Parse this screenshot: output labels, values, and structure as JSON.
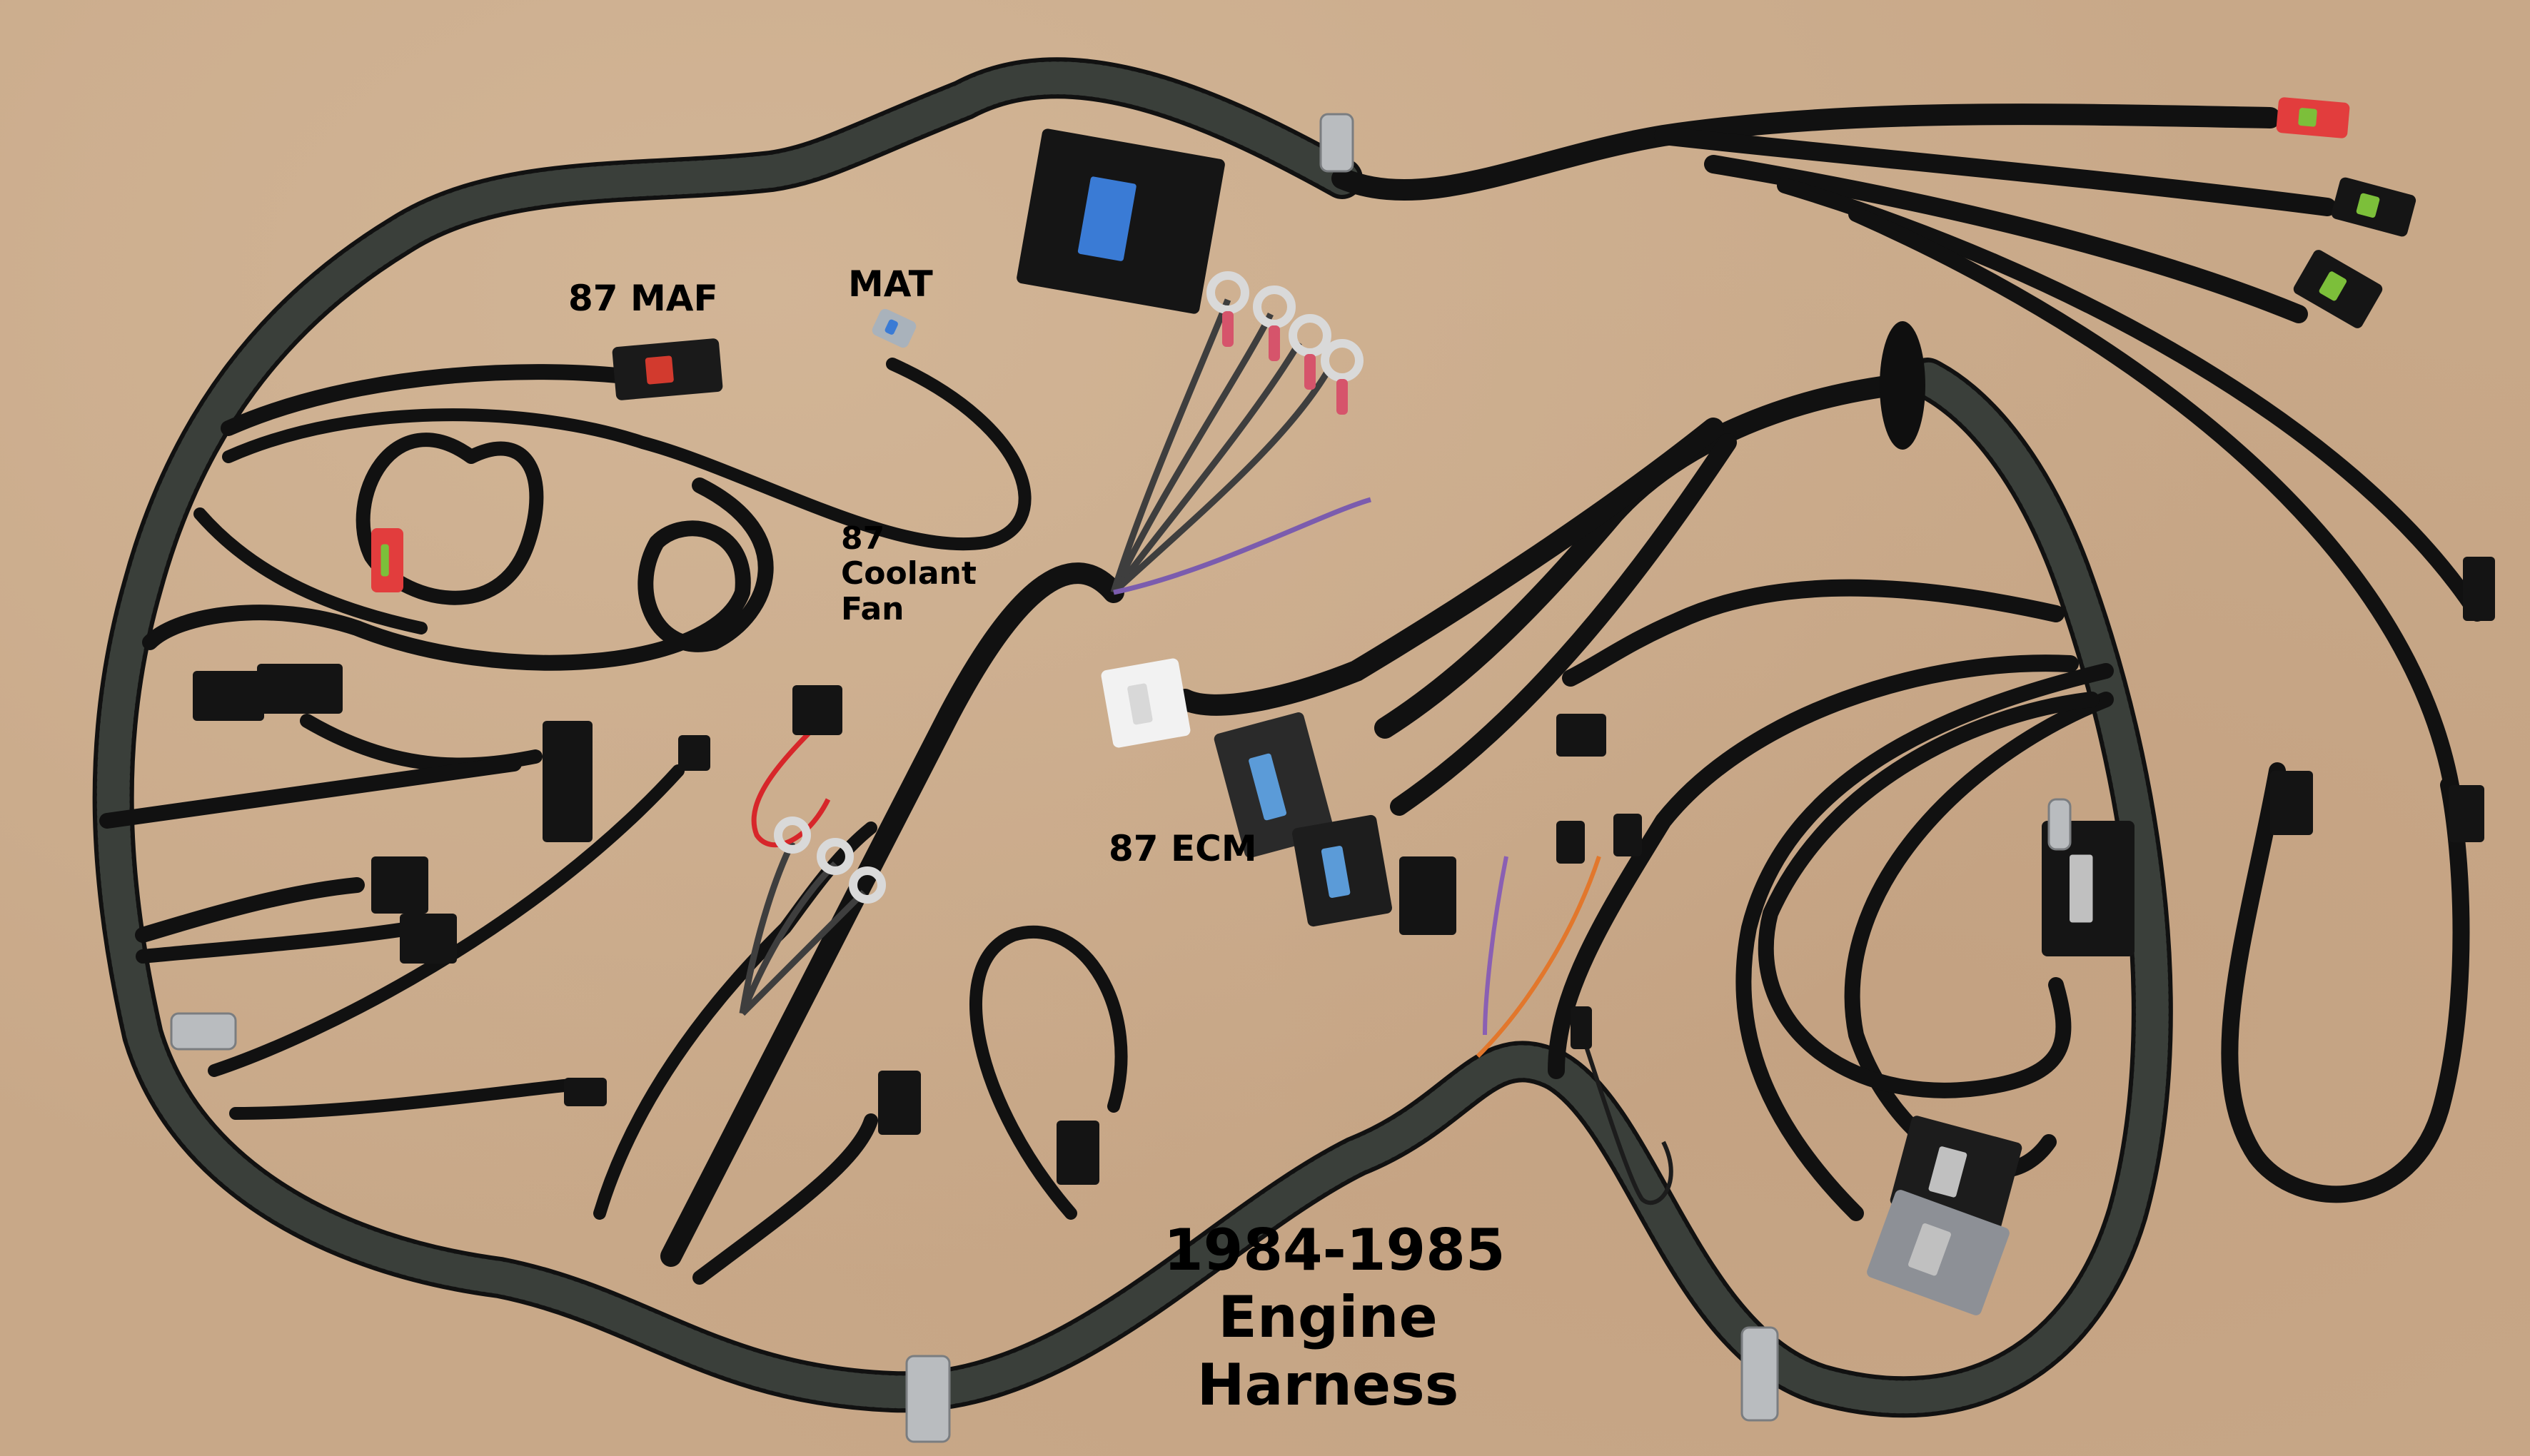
{
  "photo": {
    "subject": "Engine wiring harness laid out on cardboard",
    "background_color": "#c8a888",
    "conduit_color": "#111111"
  },
  "labels": {
    "maf": "87 MAF",
    "mat": "MAT",
    "coolant_fan": [
      "87",
      "Coolant",
      "Fan"
    ],
    "ecm": "87 ECM",
    "title": [
      "1984-1985",
      "Engine",
      "Harness"
    ]
  },
  "connectors": [
    {
      "name": "maf-connector",
      "color": "#1a1a1a",
      "accent": "#d23a2e"
    },
    {
      "name": "mat-connector",
      "color": "#a9b2bb",
      "accent": "#3a7bd5"
    },
    {
      "name": "red-connector-top-right",
      "color": "#e23d3d",
      "accent": "#7cbf3a"
    },
    {
      "name": "black-connector-right-1",
      "color": "#151515",
      "accent": "#7cbf3a"
    },
    {
      "name": "black-connector-right-2",
      "color": "#151515",
      "accent": "#7cbf3a"
    },
    {
      "name": "ecm-connector-1",
      "color": "#2a2a2a",
      "accent": "#5b9bd8"
    },
    {
      "name": "ecm-connector-2",
      "color": "#1d1d1d",
      "accent": "#5b9bd8"
    },
    {
      "name": "white-connector",
      "color": "#f2f2f2",
      "accent": "#d8d8d8"
    },
    {
      "name": "fuse-block",
      "color": "#151515",
      "accent": "#3a7bd5"
    },
    {
      "name": "red-connector-left",
      "color": "#e23d3d",
      "accent": "#7cbf3a"
    },
    {
      "name": "relay-top",
      "color": "#151515",
      "accent": "#c0c0c0"
    },
    {
      "name": "relay-middle",
      "color": "#1c1c1c",
      "accent": "#c0c0c0"
    },
    {
      "name": "relay-bottom",
      "color": "#8d9096",
      "accent": "#c0c0c0"
    }
  ],
  "ring_terminals": {
    "count_top": 4,
    "count_bottom": 3,
    "sleeve_color": "#d6546b",
    "metal_color": "#d9d9d9",
    "wire_color": "#3e3e3e"
  },
  "wire_colors": [
    "#3a7bd5",
    "#2e9c5a",
    "#e6c21f",
    "#e2772c",
    "#d65aa6",
    "#8a5fb3",
    "#f2f2f2",
    "#8b8b8b"
  ]
}
